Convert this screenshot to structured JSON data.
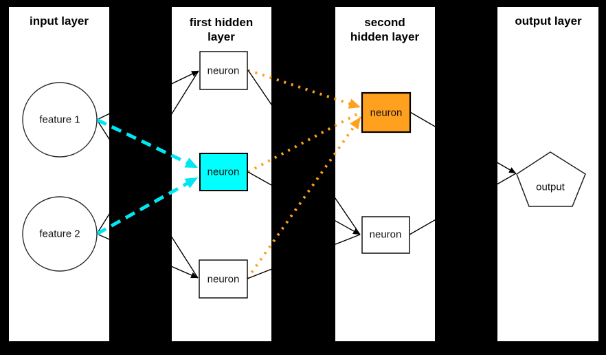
{
  "colors": {
    "bg": "#000000",
    "panel": "#ffffff",
    "edge": "#000000",
    "cyan-fill": "#00ffff",
    "cyan-arrow": "#00e6f2",
    "orange": "#ffa01e"
  },
  "panels": [
    {
      "id": "input-layer",
      "title": "input layer"
    },
    {
      "id": "first-hidden-layer",
      "title": "first hidden layer"
    },
    {
      "id": "second-hidden-layer",
      "title": "second hidden layer"
    },
    {
      "id": "output-layer",
      "title": "output layer"
    }
  ],
  "nodes": {
    "feature1": {
      "label": "feature 1",
      "shape": "circle",
      "layer": "input layer"
    },
    "feature2": {
      "label": "feature 2",
      "shape": "circle",
      "layer": "input layer"
    },
    "h1n1": {
      "label": "neuron",
      "shape": "box",
      "layer": "first hidden layer",
      "highlight": "none"
    },
    "h1n2": {
      "label": "neuron",
      "shape": "box",
      "layer": "first hidden layer",
      "highlight": "cyan"
    },
    "h1n3": {
      "label": "neuron",
      "shape": "box",
      "layer": "first hidden layer",
      "highlight": "none"
    },
    "h2n1": {
      "label": "neuron",
      "shape": "box",
      "layer": "second hidden layer",
      "highlight": "orange"
    },
    "h2n2": {
      "label": "neuron",
      "shape": "box",
      "layer": "second hidden layer",
      "highlight": "none"
    },
    "output": {
      "label": "output",
      "shape": "pentagon",
      "layer": "output layer"
    }
  },
  "edges": [
    {
      "from": "feature1",
      "to": "h1n1",
      "style": "black",
      "arrow": true
    },
    {
      "from": "feature2",
      "to": "h1n1",
      "style": "black",
      "arrow": false
    },
    {
      "from": "feature1",
      "to": "h1n3",
      "style": "black",
      "arrow": false
    },
    {
      "from": "feature2",
      "to": "h1n3",
      "style": "black",
      "arrow": true
    },
    {
      "from": "feature1",
      "to": "h1n2",
      "style": "cyan",
      "arrow": true
    },
    {
      "from": "feature2",
      "to": "h1n2",
      "style": "cyan",
      "arrow": true
    },
    {
      "from": "h1n1",
      "to": "h2n1",
      "style": "orange",
      "arrow": true
    },
    {
      "from": "h1n2",
      "to": "h2n1",
      "style": "orange",
      "arrow": false
    },
    {
      "from": "h1n3",
      "to": "h2n1",
      "style": "orange",
      "arrow": true
    },
    {
      "from": "h1n1",
      "to": "h2n2",
      "style": "black",
      "arrow": false
    },
    {
      "from": "h1n2",
      "to": "h2n2",
      "style": "black",
      "arrow": true
    },
    {
      "from": "h1n3",
      "to": "h2n2",
      "style": "black",
      "arrow": false
    },
    {
      "from": "h2n1",
      "to": "output",
      "style": "black",
      "arrow": true
    },
    {
      "from": "h2n2",
      "to": "output",
      "style": "black",
      "arrow": false
    }
  ]
}
